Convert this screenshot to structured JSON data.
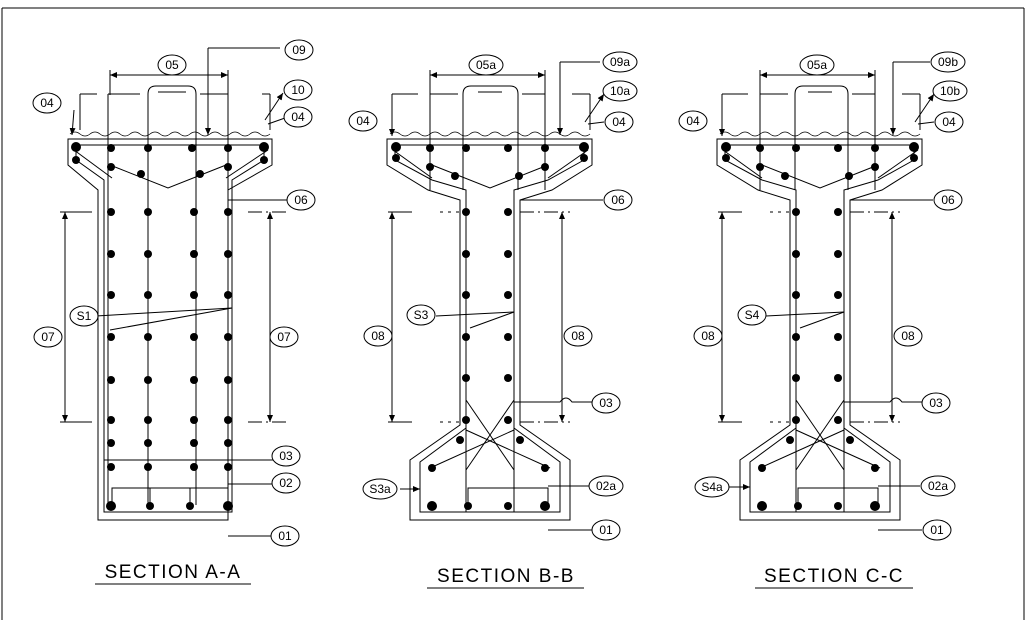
{
  "sections": [
    {
      "title": "SECTION A-A",
      "tags": {
        "top": "05",
        "left_top": "04",
        "right_top": "09",
        "right_mid": "10",
        "right_low": "04",
        "web": "06",
        "height_left": "07",
        "height_right": "07",
        "stirrup": "S1",
        "link": "03",
        "bottom_bar": "02",
        "bottom_main": "01"
      }
    },
    {
      "title": "SECTION B-B",
      "tags": {
        "top": "05a",
        "left_top": "04",
        "right_top": "09a",
        "right_mid": "10a",
        "right_low": "04",
        "web": "06",
        "height_left": "08",
        "height_right": "08",
        "stirrup": "S3",
        "link": "03",
        "heel": "S3a",
        "bottom_bar": "02a",
        "bottom_main": "01"
      }
    },
    {
      "title": "SECTION C-C",
      "tags": {
        "top": "05a",
        "left_top": "04",
        "right_top": "09b",
        "right_mid": "10b",
        "right_low": "04",
        "web": "06",
        "height_left": "08",
        "height_right": "08",
        "stirrup": "S4",
        "link": "03",
        "heel": "S4a",
        "bottom_bar": "02a",
        "bottom_main": "01"
      }
    }
  ]
}
